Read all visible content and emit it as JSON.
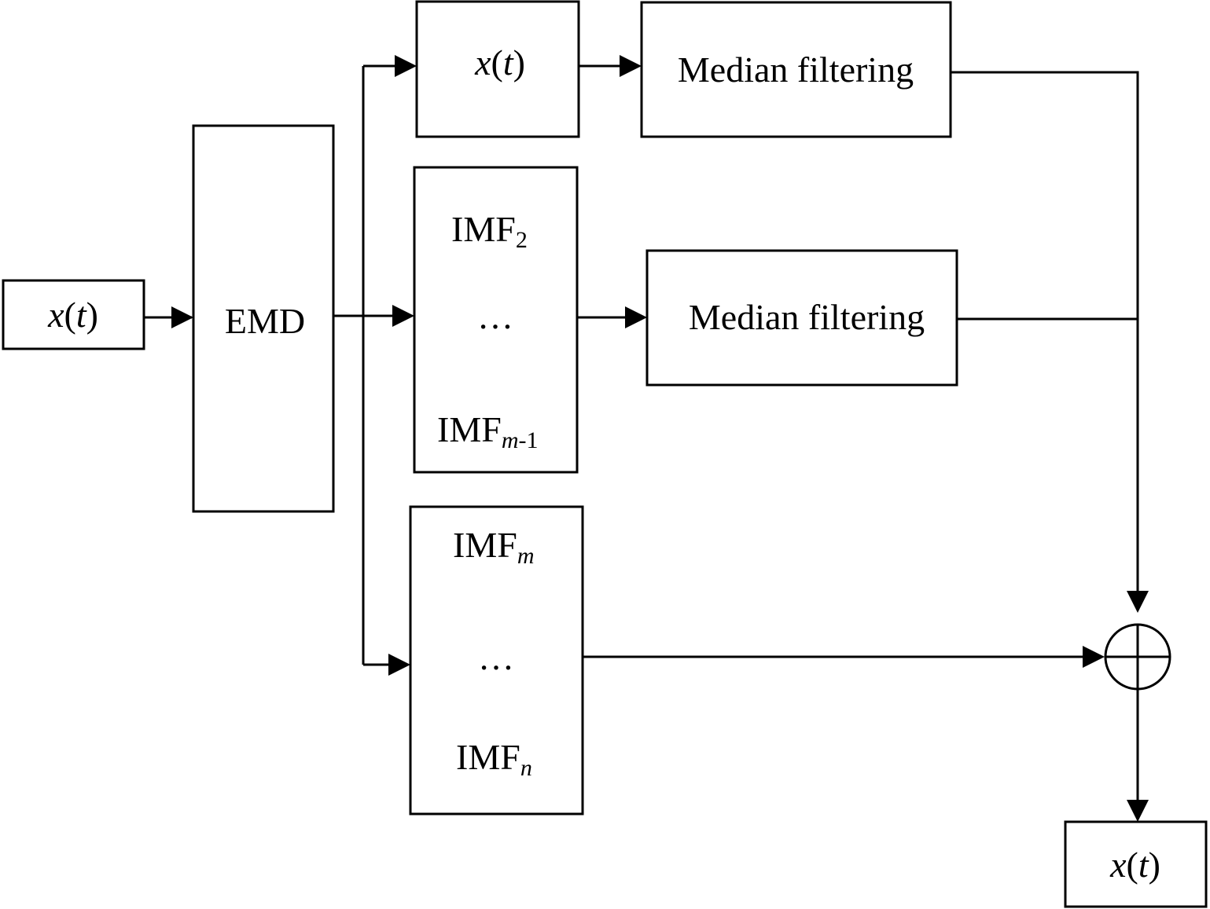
{
  "input": {
    "var": "x",
    "open": "(",
    "arg": "t",
    "close": ")"
  },
  "emd": {
    "label": "EMD"
  },
  "branch1": {
    "var": "x",
    "open": "(",
    "arg": "t",
    "close": ")"
  },
  "branch2": {
    "top_base": "IMF",
    "top_sub": "2",
    "dots": "…",
    "bottom_base": "IMF",
    "bottom_sub_italic": "m",
    "bottom_sub_rest": "-1"
  },
  "branch3": {
    "top_base": "IMF",
    "top_sub": "m",
    "dots": "…",
    "bottom_base": "IMF",
    "bottom_sub": "n"
  },
  "median_filter_1": {
    "label": "Median filtering"
  },
  "median_filter_2": {
    "label": "Median filtering"
  },
  "output": {
    "var": "x",
    "open": "(",
    "arg": "t",
    "close": ")"
  }
}
